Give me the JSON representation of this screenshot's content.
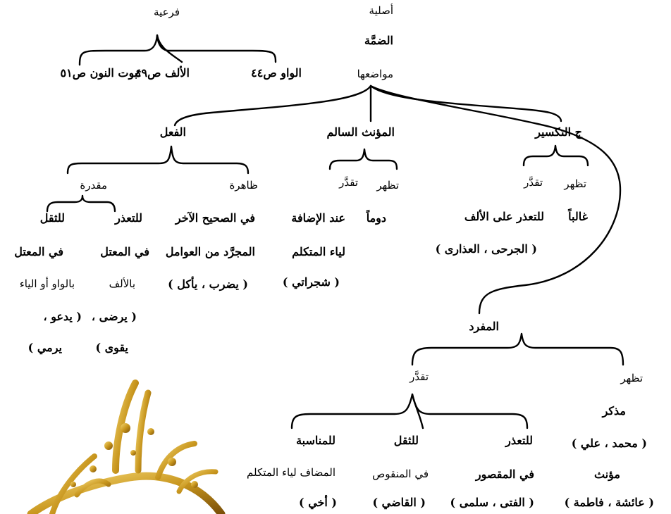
{
  "top": {
    "asliya": "أصلية",
    "damma": "الضمَّة",
    "mawadiuha": "مواضعها",
    "fariya": "فرعية",
    "waw": "الواو ص٤٤",
    "alif": "الألف ص٤٩",
    "nun": "ثبوت النون ص٥١"
  },
  "taksir": {
    "title": "ج التكسير",
    "tazhar": "تظهر",
    "tuqaddar": "تقدَّر",
    "ghaliban": "غالباً",
    "reason": "للتعذر على الألف",
    "example": "( الجرحى ، العذارى )"
  },
  "muannath": {
    "title": "المؤنث السالم",
    "tazhar": "تظهر",
    "tuqaddar": "تقدَّر",
    "dawman": "دوماً",
    "line1": "عند الإضافة",
    "line2": "لياء المتكلم",
    "example": "( شجراتي )"
  },
  "fil": {
    "title": "الفعل",
    "zahira": "ظاهرة",
    "muqaddara": "مقدرة",
    "sahih1": "في الصحيح الآخر",
    "sahih2": "المجرَّد من العوامل",
    "sahih_ex": "( يضرب ، يأكل )",
    "taadhur": "للتعذر",
    "taadhur_in": "في المعتل",
    "taadhur_with": "بالألف",
    "taadhur_ex1": "( يرضى ،",
    "taadhur_ex2": "يقوى )",
    "thiql": "للثقل",
    "thiql_in": "في المعتل",
    "thiql_with": "بالواو أو الياء",
    "thiql_ex1": "( يدعو ،",
    "thiql_ex2": "يرمي )"
  },
  "mufrad": {
    "title": "المفرد",
    "tazhar": "تظهر",
    "tuqaddar": "تقدَّر",
    "mudhakkar": "مذكر",
    "mudhakkar_ex": "( محمد ، علي )",
    "muannath": "مؤنث",
    "muannath_ex": "( عائشة ، فاطمة )",
    "taadhur": "للتعذر",
    "taadhur_in": "في المقصور",
    "taadhur_ex": "( الفتى ، سلمى )",
    "thiql": "للثقل",
    "thiql_in": "في المنقوص",
    "thiql_ex": "( القاضي )",
    "munasaba": "للمناسبة",
    "munasaba_in": "المضاف لياء المتكلم",
    "munasaba_ex": "( أخي )"
  },
  "logo": {
    "name": "golden-calligraphy-logo",
    "color": "#c8961e"
  }
}
